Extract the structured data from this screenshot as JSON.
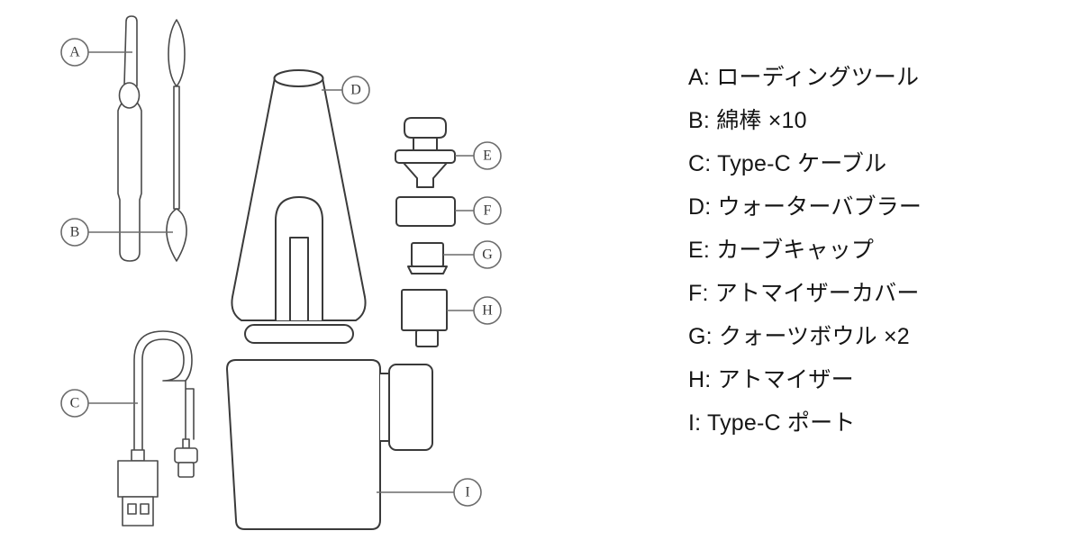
{
  "figure": {
    "type": "exploded-parts-diagram",
    "background_color": "#ffffff",
    "line_color": "#3a3a3a",
    "callout_color": "#6b6b6b",
    "text_color": "#151515"
  },
  "callouts": [
    {
      "id": "A",
      "label": "A",
      "part": "loading-tool"
    },
    {
      "id": "B",
      "label": "B",
      "part": "cotton-swab"
    },
    {
      "id": "C",
      "label": "C",
      "part": "type-c-cable"
    },
    {
      "id": "D",
      "label": "D",
      "part": "water-bubbler"
    },
    {
      "id": "E",
      "label": "E",
      "part": "carb-cap"
    },
    {
      "id": "F",
      "label": "F",
      "part": "atomizer-cover"
    },
    {
      "id": "G",
      "label": "G",
      "part": "quartz-bowl"
    },
    {
      "id": "H",
      "label": "H",
      "part": "atomizer"
    },
    {
      "id": "I",
      "label": "I",
      "part": "type-c-port"
    }
  ],
  "legend": {
    "items": [
      {
        "key": "A:",
        "label": "ローディングツール"
      },
      {
        "key": "B:",
        "label": "綿棒 ×10"
      },
      {
        "key": "C:",
        "label": "Type-C ケーブル"
      },
      {
        "key": "D:",
        "label": "ウォーターバブラー"
      },
      {
        "key": "E:",
        "label": "カーブキャップ"
      },
      {
        "key": "F:",
        "label": "アトマイザーカバー"
      },
      {
        "key": "G:",
        "label": "クォーツボウル ×2"
      },
      {
        "key": "H:",
        "label": "アトマイザー"
      },
      {
        "key": "I:",
        "label": "Type-C ポート"
      }
    ]
  }
}
